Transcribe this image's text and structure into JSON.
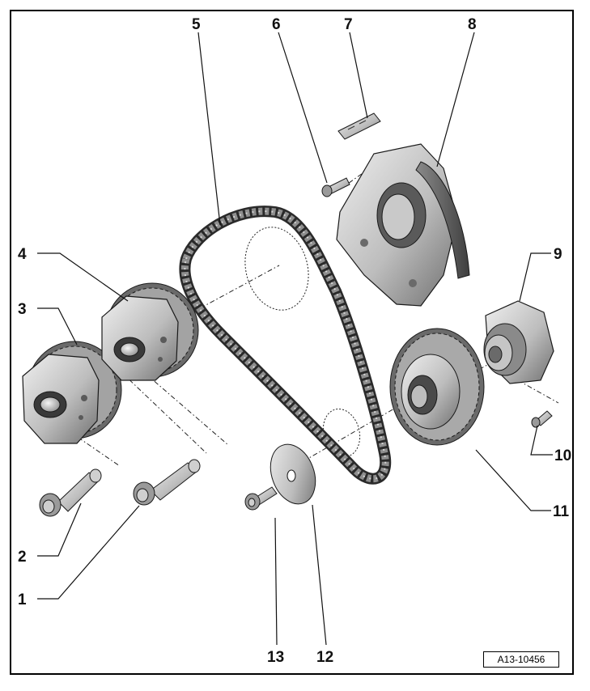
{
  "callouts": {
    "c1": "1",
    "c2": "2",
    "c3": "3",
    "c4": "4",
    "c5": "5",
    "c6": "6",
    "c7": "7",
    "c8": "8",
    "c9": "9",
    "c10": "10",
    "c11": "11",
    "c12": "12",
    "c13": "13"
  },
  "reference": "A13-10456",
  "colors": {
    "part_light": "#d9d9d9",
    "part_mid": "#a9a9a9",
    "part_dark": "#5e5e5e",
    "outline": "#1a1a1a",
    "chain_dark": "#3a3a3a"
  },
  "parts": {
    "p1": "bolt-icon",
    "p2": "bolt-icon",
    "p3": "camshaft-adjuster-icon",
    "p4": "camshaft-adjuster-icon",
    "p5": "timing-chain-icon",
    "p6": "bolt-icon",
    "p7": "clip-icon",
    "p8": "chain-tensioner-icon",
    "p9": "bearing-icon",
    "p10": "bolt-icon",
    "p11": "sprocket-icon",
    "p12": "washer-icon",
    "p13": "bolt-icon"
  }
}
